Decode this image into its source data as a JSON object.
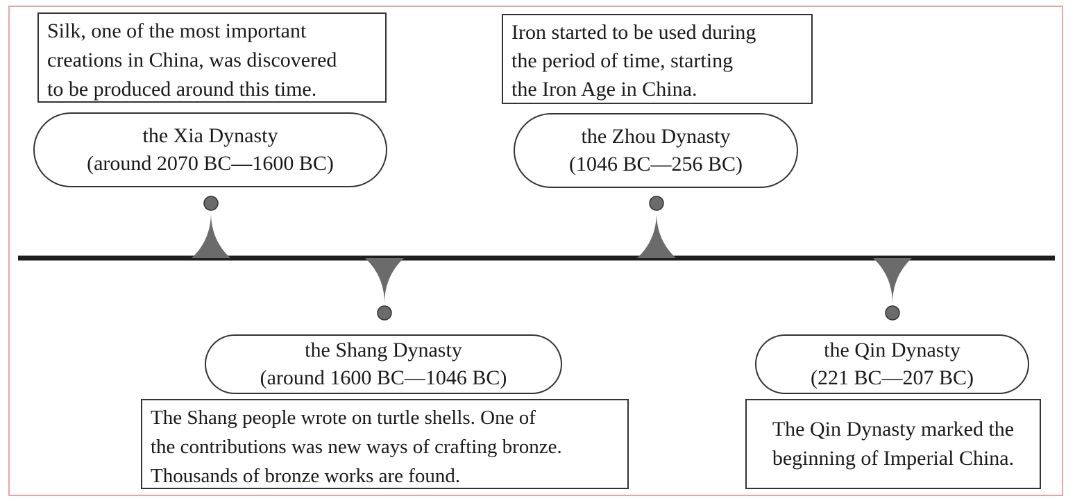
{
  "colors": {
    "frame": "#e3a5aa",
    "line": "#1e1e1e",
    "marker": "#6b6b6b"
  },
  "dynasties": [
    {
      "name": "the Xia Dynasty",
      "dates": "(around 2070 BC—1600 BC)",
      "note": "Silk, one of the most important\ncreations in China, was discovered\nto be produced around this time.",
      "position": "above"
    },
    {
      "name": "the Shang Dynasty",
      "dates": "(around 1600 BC—1046 BC)",
      "note": "The Shang people wrote on turtle shells. One of\nthe contributions was new ways of crafting bronze.\nThousands of bronze works are found.",
      "position": "below"
    },
    {
      "name": "the Zhou Dynasty",
      "dates": "(1046 BC—256 BC)",
      "note": "Iron started to be used during\nthe period of time, starting\nthe Iron Age in China.",
      "position": "above"
    },
    {
      "name": "the Qin Dynasty",
      "dates": "(221 BC—207 BC)",
      "note": "The Qin Dynasty marked the\nbeginning of Imperial China.",
      "position": "below"
    }
  ]
}
